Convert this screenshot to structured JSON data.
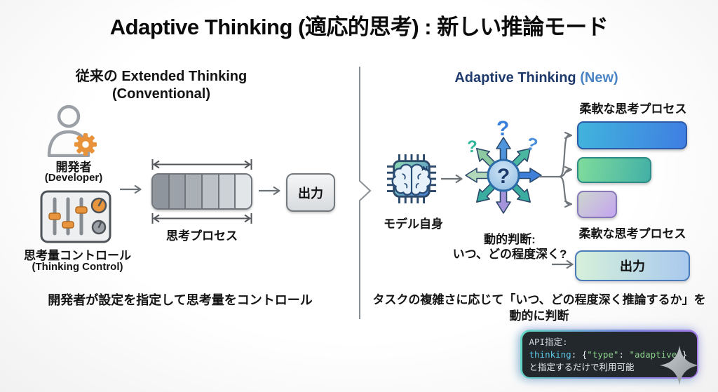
{
  "title": "Adaptive Thinking (適応的思考) : 新しい推論モード",
  "left": {
    "header_line1": "従来の Extended Thinking",
    "header_line2": "(Conventional)",
    "developer_label": "開発者",
    "developer_sublabel": "(Developer)",
    "control_label": "思考量コントロール",
    "control_sublabel": "(Thinking Control)",
    "process_label": "思考プロセス",
    "output_label": "出力",
    "caption": "開発者が設定を指定して思考量をコントロール",
    "process_segments": 6,
    "segment_colors": [
      "#8e959c",
      "#9ba2a9",
      "#a9b0b6",
      "#bbc1c7",
      "#cdd2d7",
      "#e3e6e9"
    ]
  },
  "right": {
    "header_main": "Adaptive Thinking",
    "header_new": "(New)",
    "model_label": "モデル自身",
    "hub_question": "?",
    "floating_questions": [
      "?",
      "?",
      "?"
    ],
    "decision_line1": "動的判断:",
    "decision_line2": "いつ、どの程度深く?",
    "flexible_label_top": "柔軟な思考プロセス",
    "flexible_label_bottom": "柔軟な思考プロセス",
    "output_label": "出力",
    "caption_line1": "タスクの複雑さに応じて「いつ、どの程度深く推論するか」を",
    "caption_line2": "動的に判断",
    "bar_lengths": [
      "long",
      "medium",
      "short"
    ]
  },
  "chip": {
    "ai_label": "AI"
  },
  "code_box": {
    "line1": "API指定:",
    "line2_tokens": {
      "t1": "thinking",
      "t2": ": {",
      "t3": "\"type\"",
      "t4": ": ",
      "t5": "\"adaptive\"",
      "t6": "}"
    },
    "line3": "と指定するだけで利用可能"
  },
  "colors": {
    "header_navy": "#1e3a6d",
    "header_new_blue": "#4a84c4",
    "accent_orange": "#e8923a",
    "bar1_gradient": [
      "#41b4dc",
      "#3f7ee2"
    ],
    "bar2_gradient": [
      "#7fdc9c",
      "#43b0a6"
    ],
    "bar3_gradient": [
      "#ccd6ce",
      "#c5a5ef"
    ],
    "code_bg": "#23282c",
    "code_cyan": "#5ec8e6",
    "code_green": "#8cd08c"
  }
}
